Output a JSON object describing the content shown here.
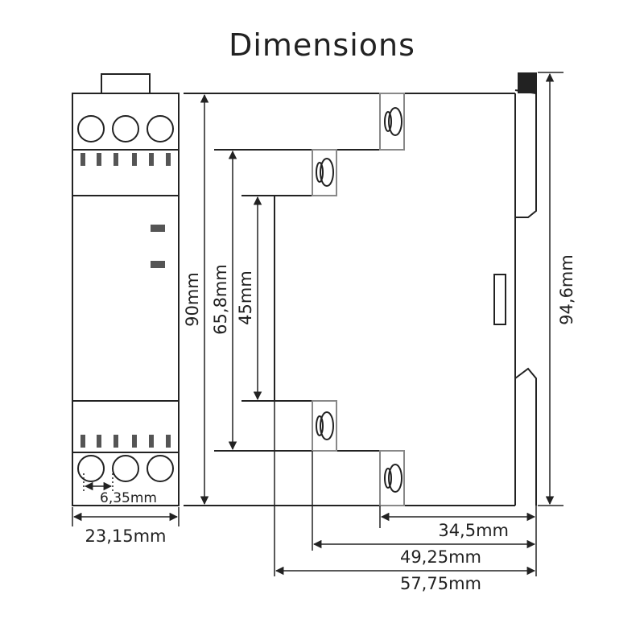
{
  "title": "Dimensions",
  "dimensions": {
    "front_width": "23,15mm",
    "terminal_pitch": "6,35mm",
    "height_total": "90mm",
    "height_terminals": "65,8mm",
    "height_front": "45mm",
    "height_rail": "94,6mm",
    "depth_rail": "34,5mm",
    "depth_mid": "49,25mm",
    "depth_total": "57,75mm"
  },
  "colors": {
    "line": "#222222",
    "terminal_gray": "#888888",
    "led": "#555555"
  }
}
